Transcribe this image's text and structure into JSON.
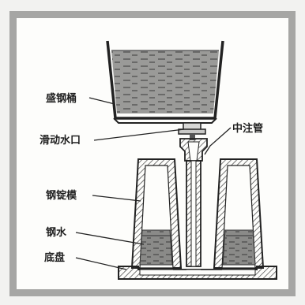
{
  "labels": {
    "ladle": "盛钢桶",
    "slide_gate": "滑动水口",
    "center_runner": "中注管",
    "ingot_mold": "钢锭模",
    "molten_steel": "钢水",
    "bottom_plate": "底盘"
  }
}
